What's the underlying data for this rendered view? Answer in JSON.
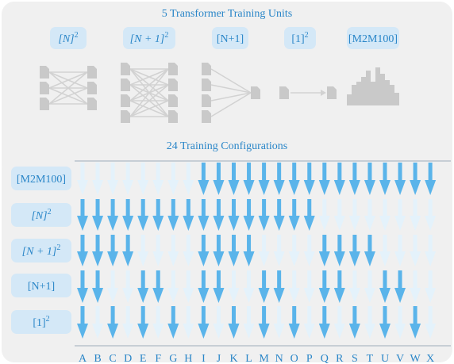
{
  "top_title": "5 Transformer Training Units",
  "bottom_title": "24 Training Configurations",
  "units": [
    {
      "base": "[N]",
      "sup": "2",
      "italic": true
    },
    {
      "base": "[N + 1]",
      "sup": "2",
      "italic": true
    },
    {
      "base": "[N+1]",
      "sup": "",
      "italic": false
    },
    {
      "base": "[1]",
      "sup": "2",
      "italic": false
    },
    {
      "base": "[M2M100]",
      "sup": "",
      "italic": false
    }
  ],
  "rows": [
    {
      "base": "[M2M100]",
      "sup": "",
      "italic": false
    },
    {
      "base": "[N]",
      "sup": "2",
      "italic": true
    },
    {
      "base": "[N + 1]",
      "sup": "2",
      "italic": true
    },
    {
      "base": "[N+1]",
      "sup": "",
      "italic": false
    },
    {
      "base": "[1]",
      "sup": "2",
      "italic": false
    }
  ],
  "columns": [
    "A",
    "B",
    "C",
    "D",
    "E",
    "F",
    "G",
    "H",
    "I",
    "J",
    "K",
    "L",
    "M",
    "N",
    "O",
    "P",
    "Q",
    "R",
    "S",
    "T",
    "U",
    "V",
    "W",
    "X"
  ],
  "matrix": [
    [
      0,
      0,
      0,
      0,
      0,
      0,
      0,
      0,
      1,
      1,
      1,
      1,
      1,
      1,
      1,
      1,
      1,
      1,
      1,
      1,
      1,
      1,
      1,
      1
    ],
    [
      1,
      1,
      1,
      1,
      1,
      1,
      1,
      1,
      1,
      1,
      1,
      1,
      1,
      1,
      1,
      1,
      0,
      0,
      0,
      0,
      0,
      0,
      0,
      0
    ],
    [
      1,
      1,
      1,
      1,
      0,
      0,
      0,
      0,
      1,
      1,
      1,
      1,
      0,
      0,
      0,
      0,
      1,
      1,
      1,
      1,
      0,
      0,
      0,
      0
    ],
    [
      1,
      1,
      0,
      0,
      1,
      1,
      0,
      0,
      1,
      1,
      0,
      0,
      1,
      1,
      0,
      0,
      1,
      1,
      0,
      0,
      1,
      1,
      0,
      0
    ],
    [
      1,
      0,
      1,
      0,
      1,
      0,
      1,
      0,
      1,
      0,
      1,
      0,
      1,
      0,
      1,
      0,
      1,
      0,
      1,
      0,
      1,
      0,
      1,
      0
    ]
  ],
  "colors": {
    "active": "#5ab4ea",
    "inactive": "#e4f2fb",
    "accent": "#2a86c8",
    "pill": "#d4e8f7",
    "icon": "#c9c9c9"
  }
}
